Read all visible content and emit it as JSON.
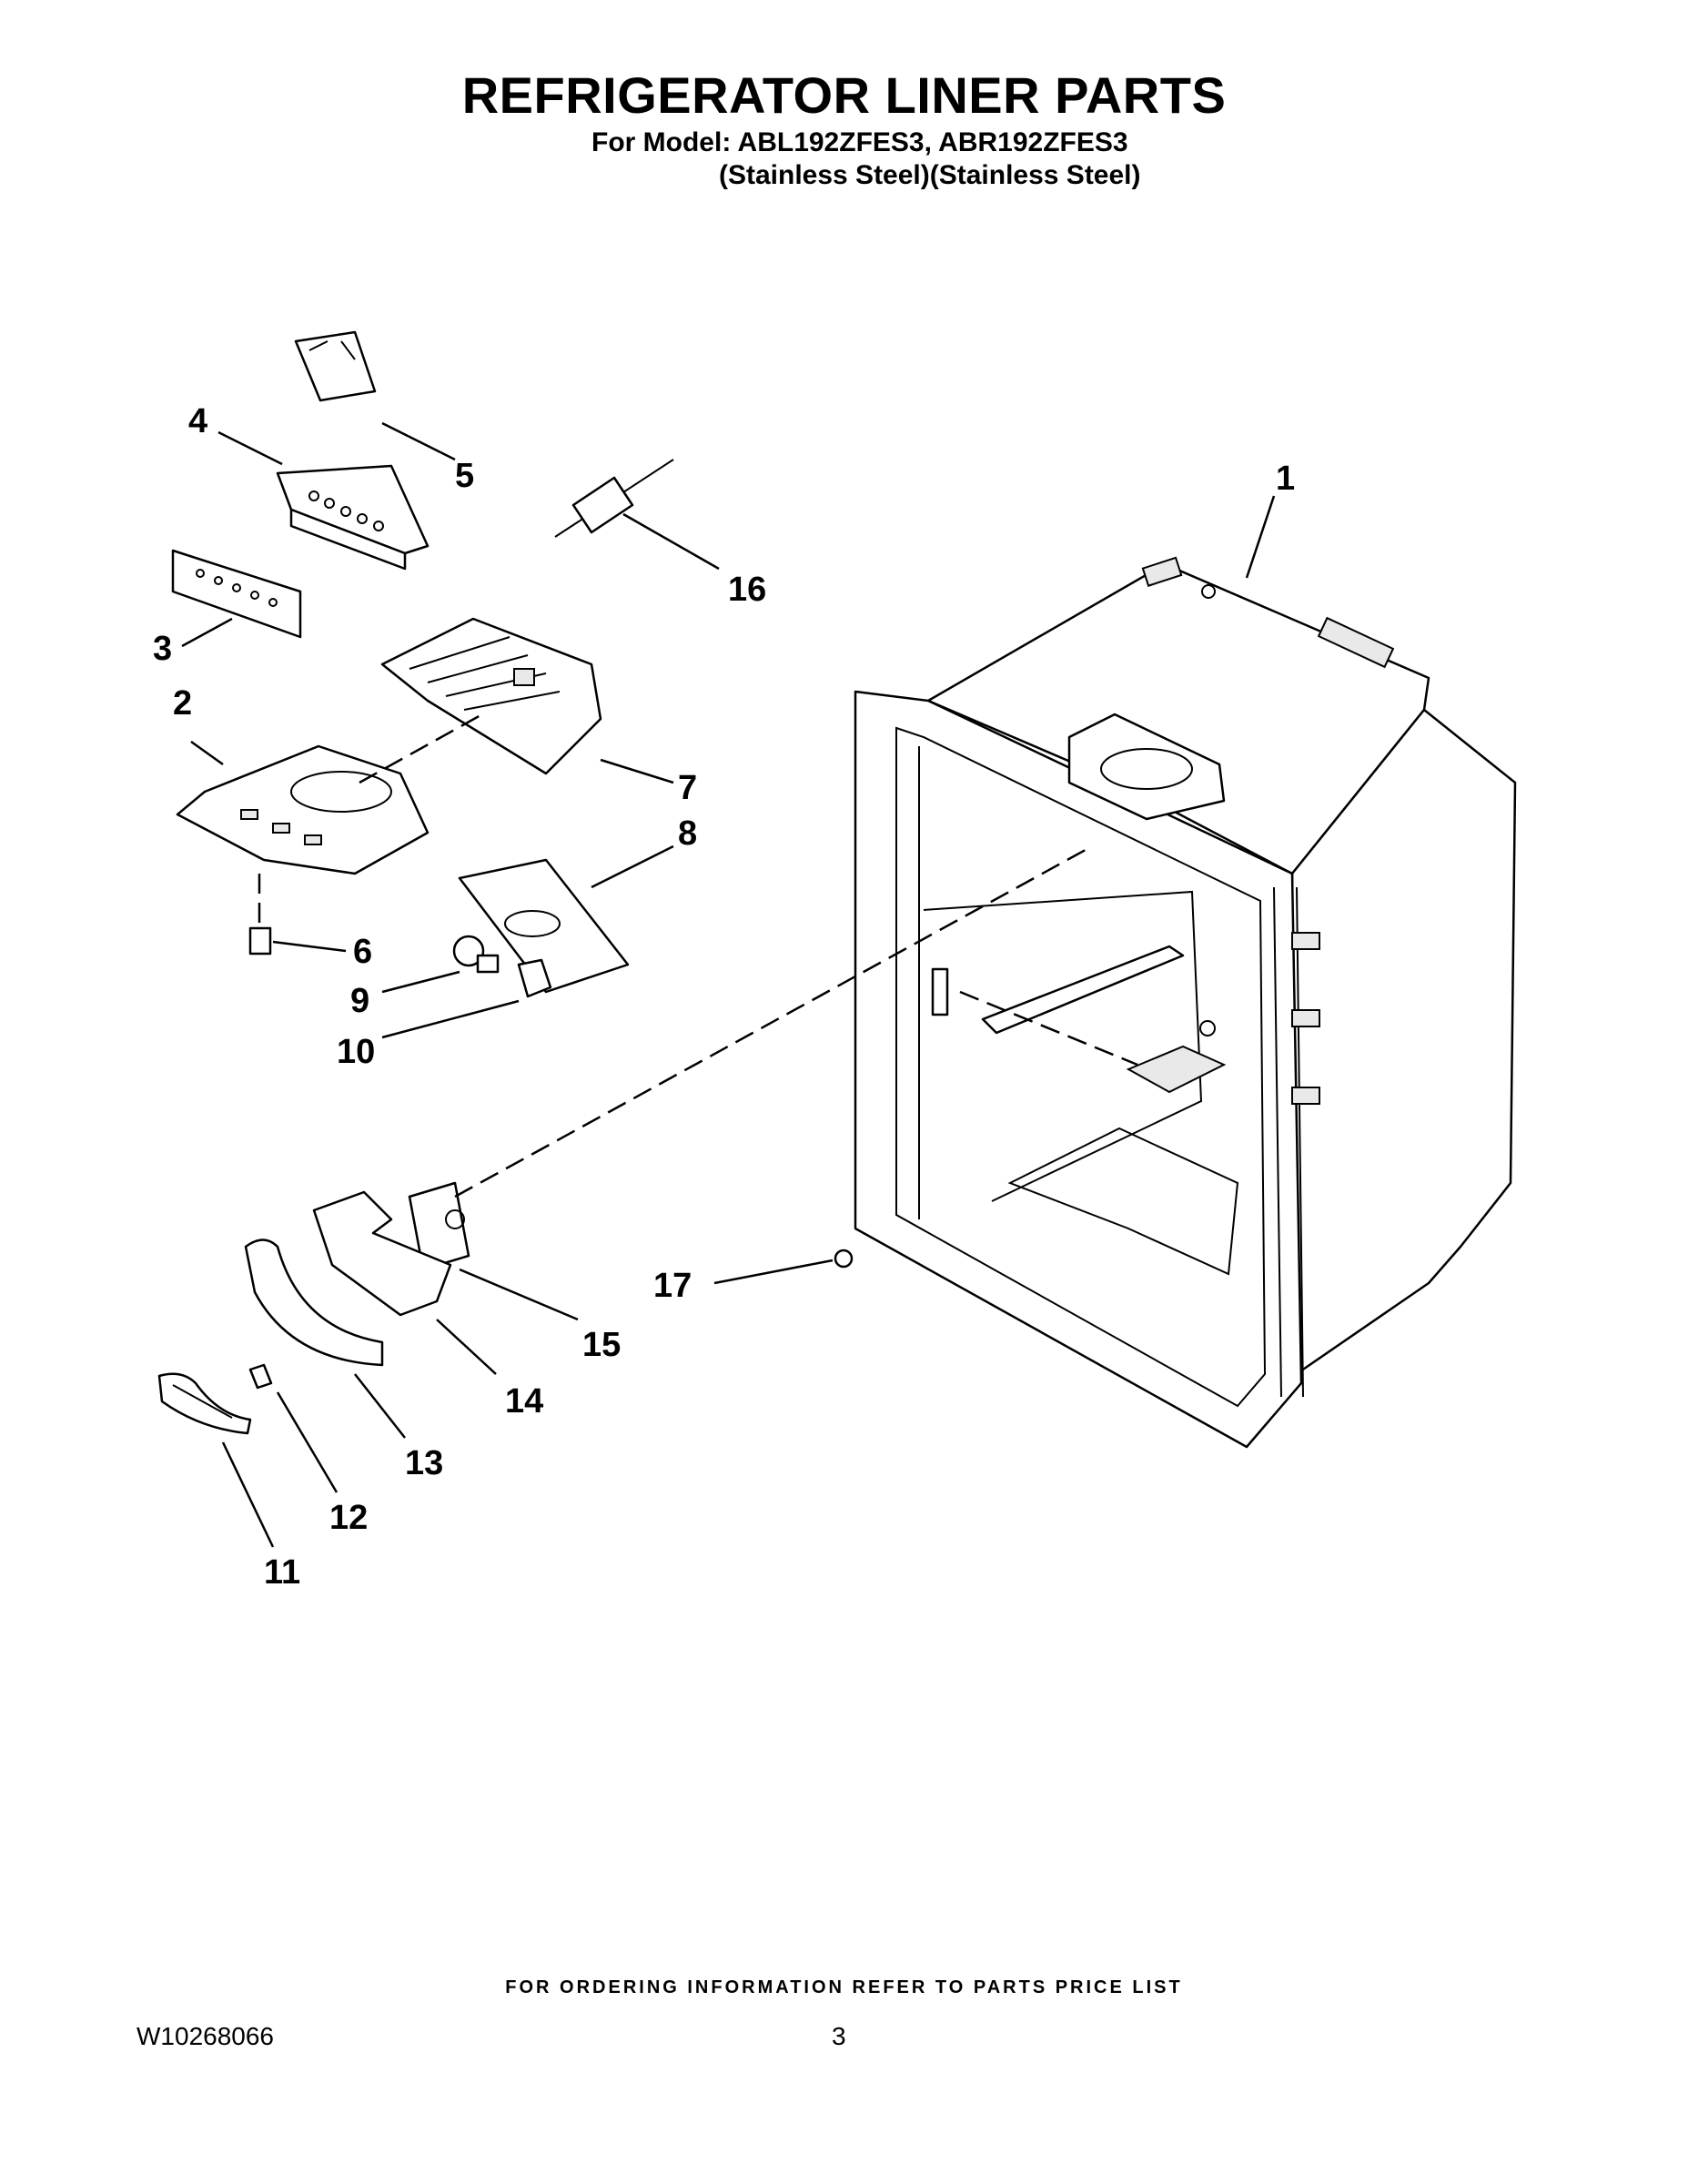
{
  "header": {
    "title": "REFRIGERATOR LINER PARTS",
    "model_line": "For Model: ABL192ZFES3, ABR192ZFES3",
    "finish_line": "(Stainless Steel)(Stainless Steel)"
  },
  "footer": {
    "ordering_note": "FOR ORDERING INFORMATION REFER TO PARTS PRICE LIST",
    "document_number": "W10268066",
    "page_number": "3"
  },
  "callouts": [
    "1",
    "2",
    "3",
    "4",
    "5",
    "6",
    "7",
    "8",
    "9",
    "10",
    "11",
    "12",
    "13",
    "14",
    "15",
    "16",
    "17"
  ]
}
